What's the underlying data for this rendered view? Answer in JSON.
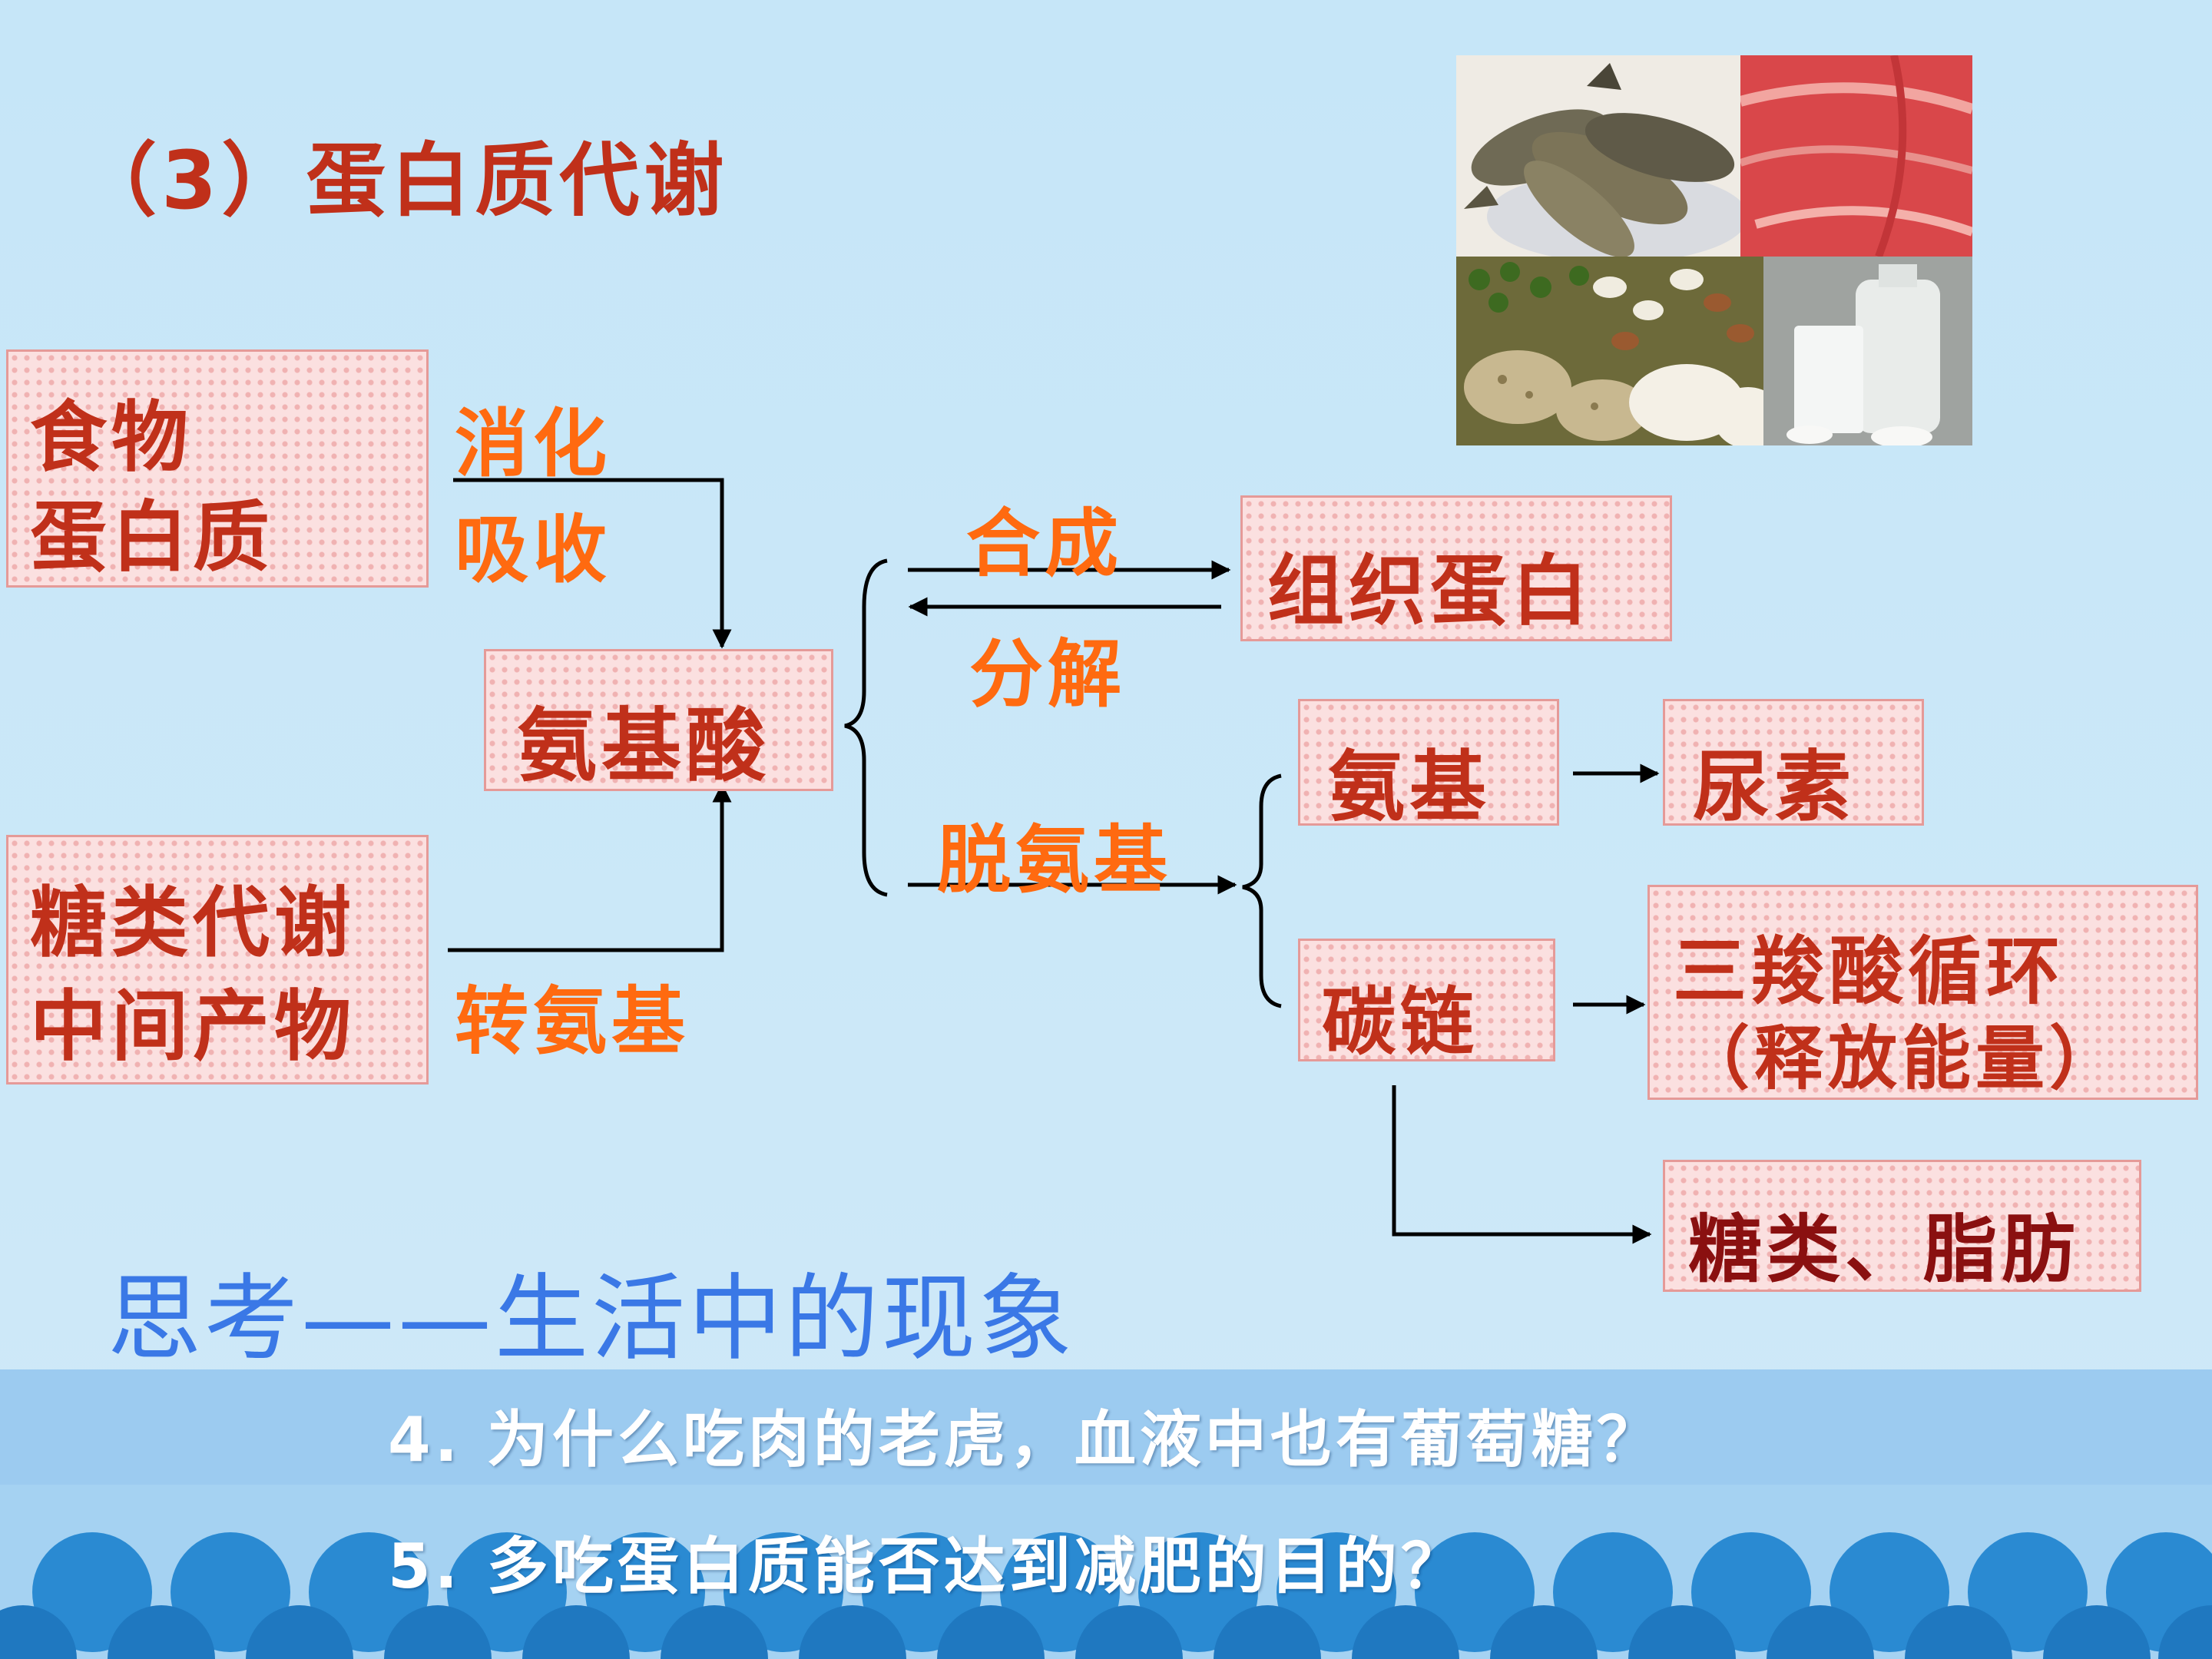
{
  "title": "（3）蛋白质代谢",
  "boxes": {
    "food_line1": "食物",
    "food_line2": "蛋白质",
    "sugar_line1": "糖类代谢",
    "sugar_line2": "中间产物",
    "amino_acid": "氨基酸",
    "tissue_protein": "组织蛋白",
    "amino_group": "氨基",
    "urea": "尿素",
    "carbon_chain": "碳链",
    "tca_line1": "三羧酸循环",
    "tca_line2": "（释放能量）",
    "sugar_fat": "糖类、脂肪"
  },
  "labels": {
    "digest": "消化",
    "absorb": "吸收",
    "transamination": "转氨基",
    "synthesis": "合成",
    "decomposition": "分解",
    "deamination": "脱氨基"
  },
  "think": "思考——生活中的现象",
  "questions": [
    "4. 为什么吃肉的老虎，血液中也有葡萄糖？",
    "5. 多吃蛋白质能否达到减肥的目的？"
  ],
  "colors": {
    "title_text": "#c0301a",
    "label_text": "#ff6a10",
    "think_text": "#3a78e6",
    "background": "#c8e7f7",
    "wave_dark": "#2a8ad2",
    "wave_light": "#a0cff0"
  },
  "icons": [
    "fish-photo",
    "meat-photo",
    "beans-photo",
    "milk-photo"
  ]
}
